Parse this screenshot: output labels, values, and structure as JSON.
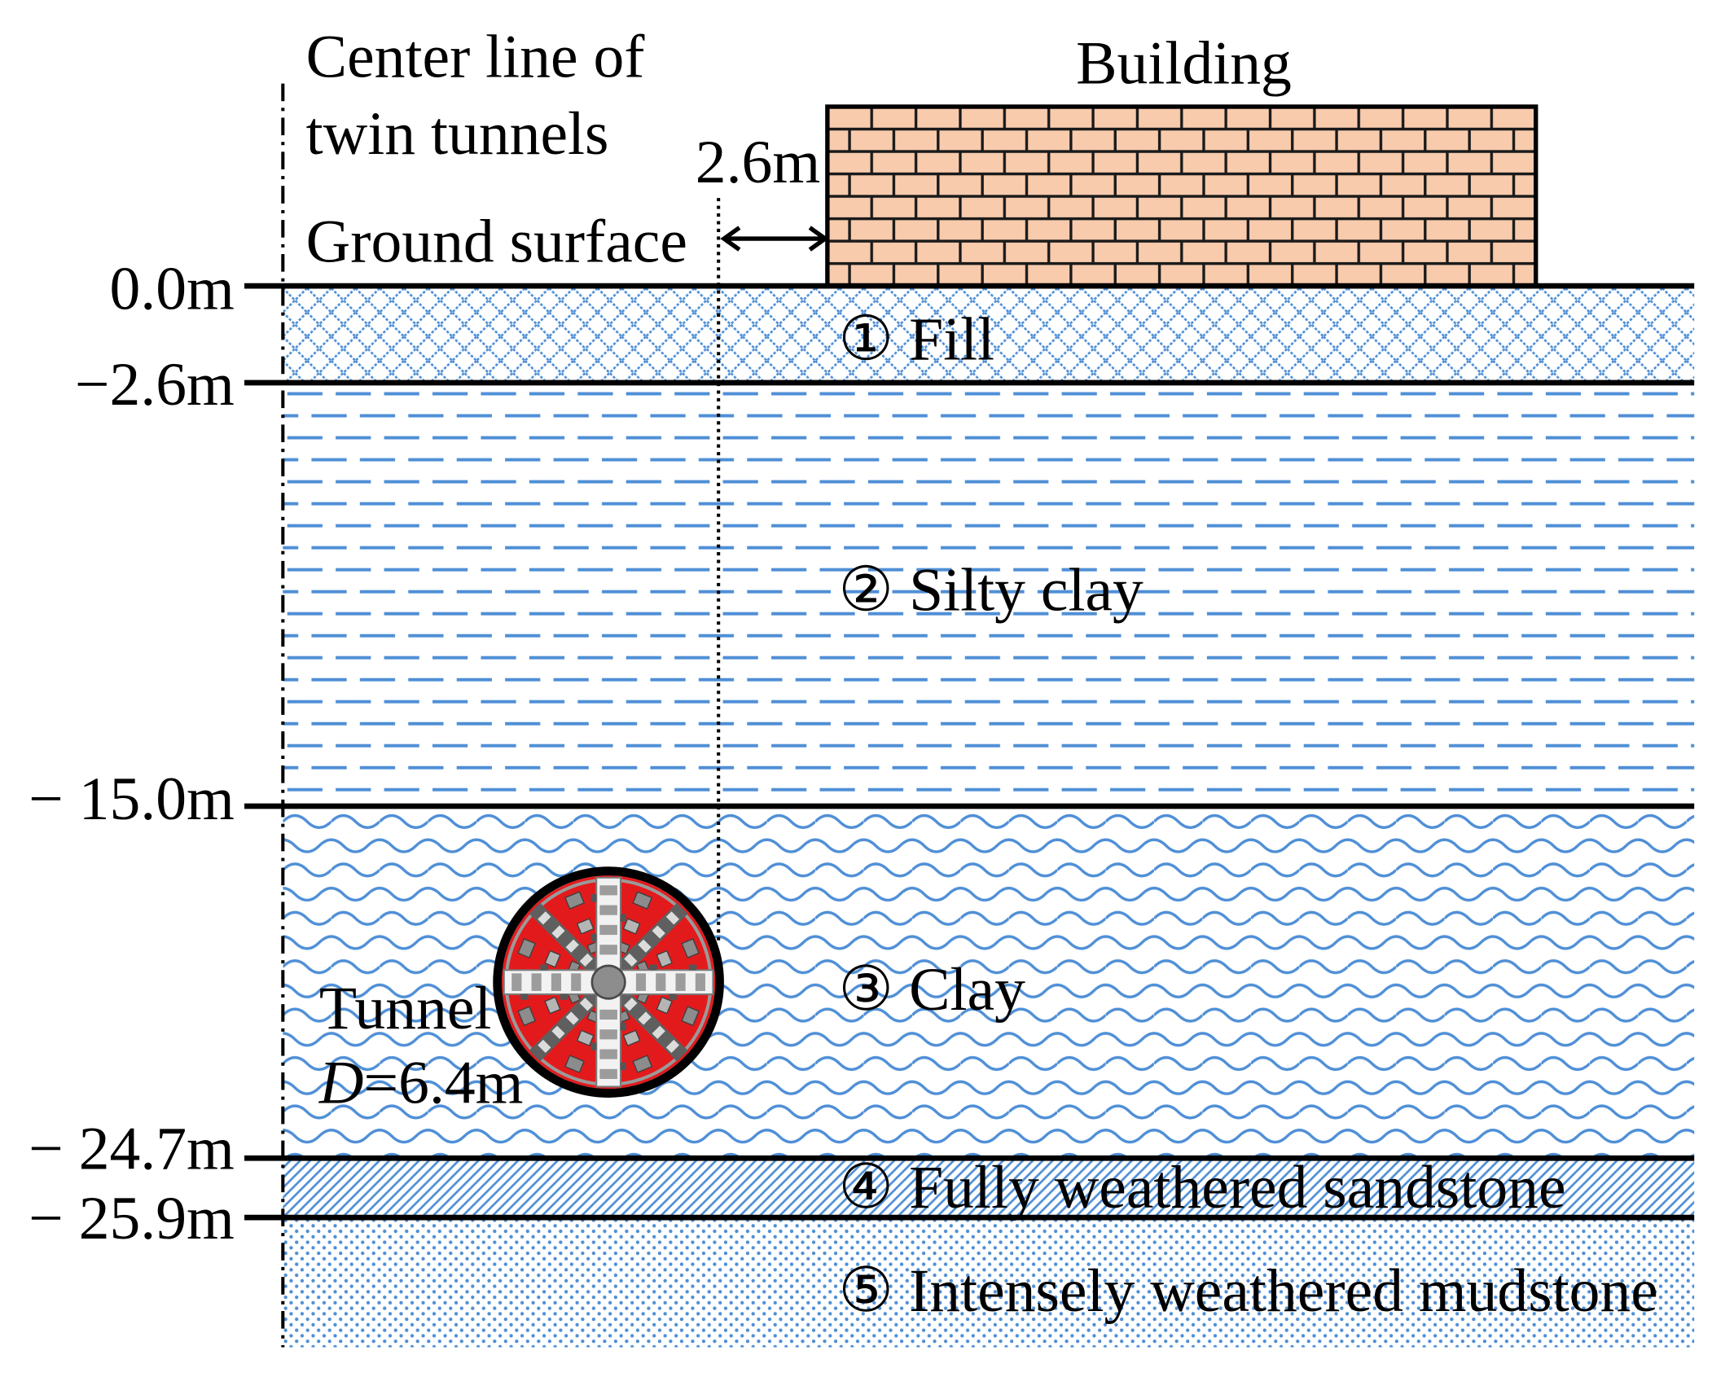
{
  "center_line_label": [
    "Center line of",
    "twin tunnels"
  ],
  "ground_surface_label": "Ground surface",
  "building": {
    "label": "Building",
    "offset_label": "2.6m"
  },
  "depth_labels": [
    "0.0m",
    "−2.6m",
    "− 15.0m",
    "− 24.7m",
    "− 25.9m"
  ],
  "layer_labels": [
    "① Fill",
    "② Silty clay",
    "③ Clay",
    "④ Fully weathered sandstone",
    "⑤ Intensely weathered mudstone"
  ],
  "tunnel": {
    "label": "Tunnel",
    "diameter_symbol": "D",
    "diameter_value": "=6.4m"
  },
  "colors": {
    "soil_pattern": "#4F8FD6",
    "brick_fill": "#F8CBAD",
    "cutterhead": "#E31A1C"
  }
}
